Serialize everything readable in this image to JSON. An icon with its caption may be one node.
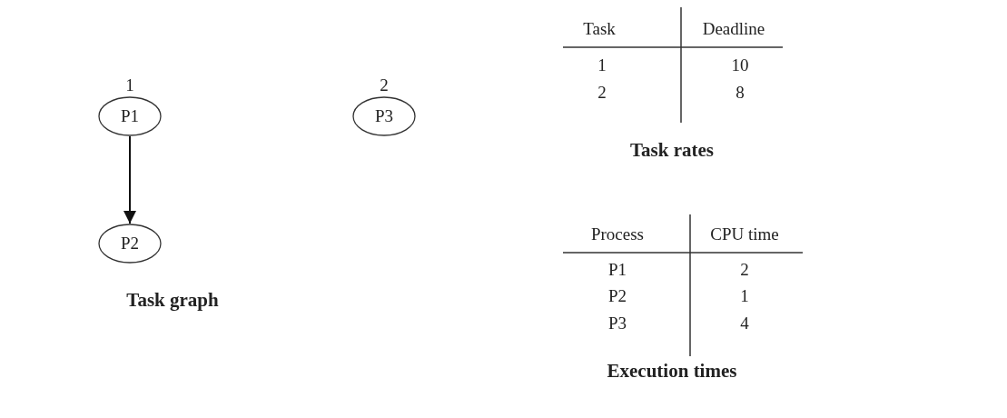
{
  "diagram": {
    "nodes": [
      {
        "text": [
          "P1"
        ],
        "beside": [
          "1"
        ]
      },
      {
        "text": [
          "P3"
        ],
        "beside": [
          "2"
        ]
      },
      {
        "text": [
          "P2"
        ]
      }
    ],
    "edges": [
      {
        "from": 0,
        "to": 2,
        "arrow": "to"
      }
    ],
    "labels": [
      "Task",
      "Deadline",
      "1",
      "10",
      "2",
      "8",
      "Task rates",
      "Task graph",
      "Process",
      "CPU time",
      "P1",
      "2",
      "P2",
      "1",
      "P3",
      "4",
      "Execution times"
    ]
  }
}
